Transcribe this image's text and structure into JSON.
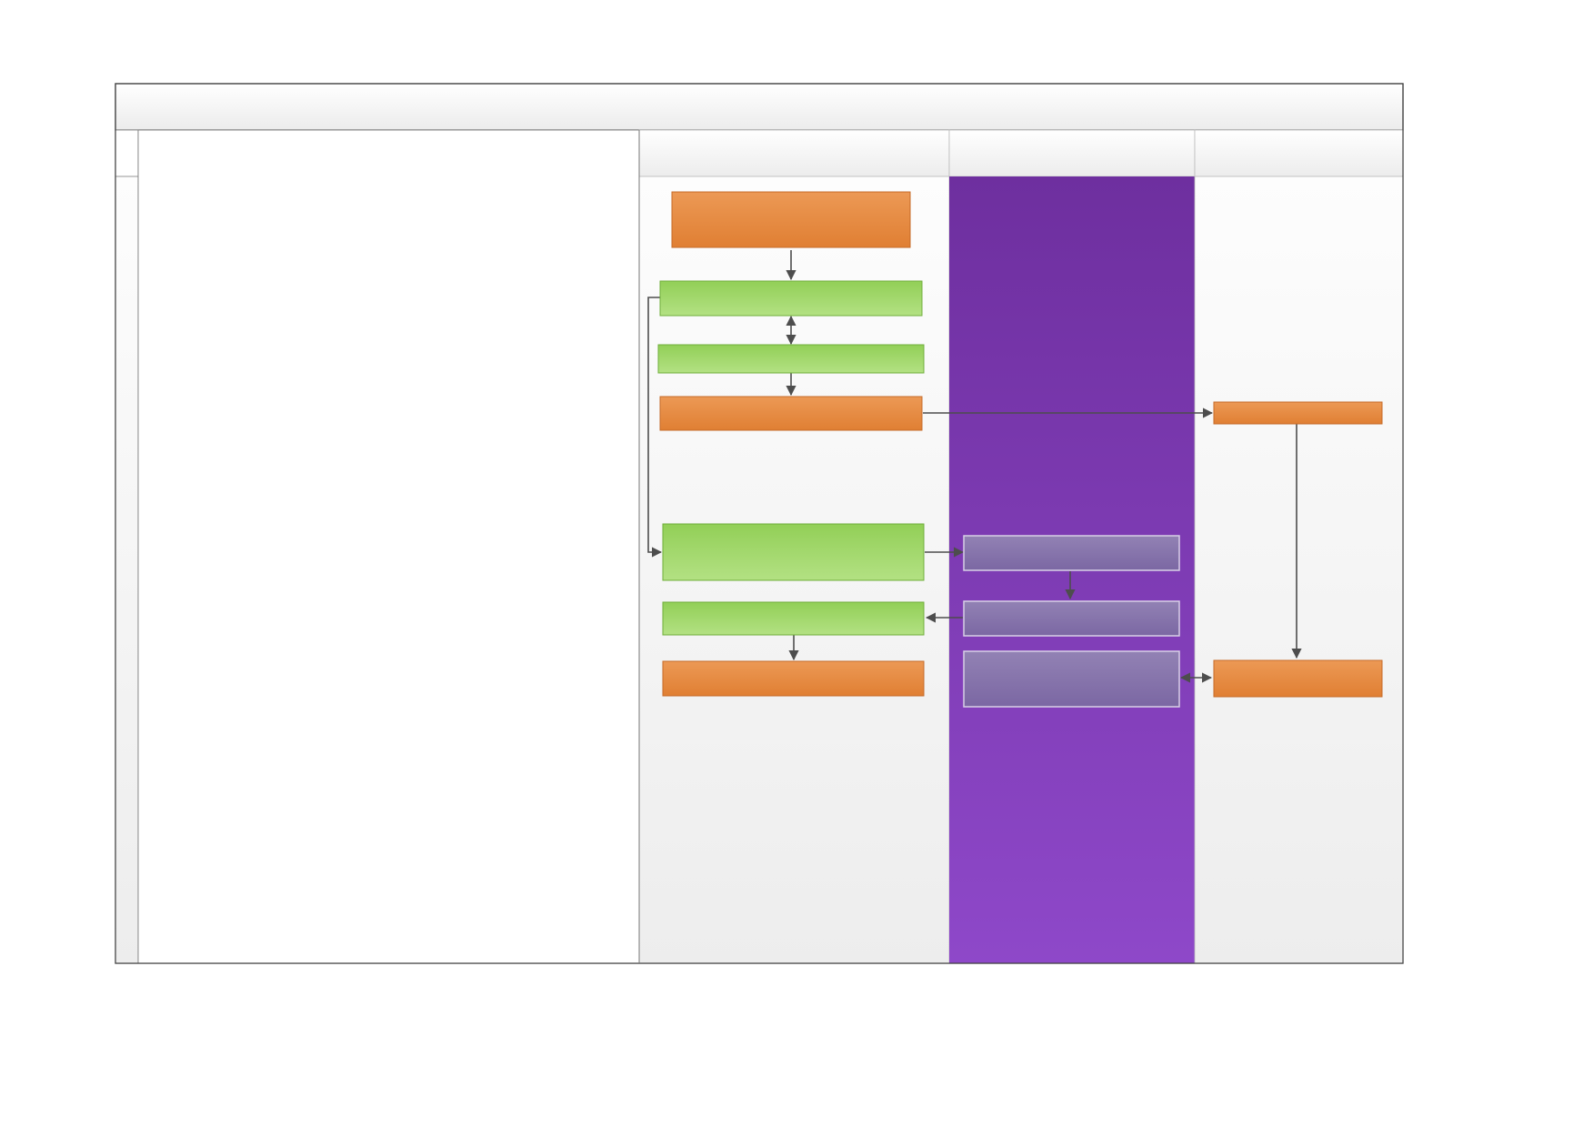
{
  "diagram": {
    "title": "",
    "lanes": [
      {
        "id": "lane-1",
        "label": ""
      },
      {
        "id": "lane-2",
        "label": ""
      },
      {
        "id": "lane-3",
        "label": ""
      }
    ],
    "nodes": [
      {
        "id": "n1",
        "label": "",
        "color": "orange"
      },
      {
        "id": "n2",
        "label": "",
        "color": "green"
      },
      {
        "id": "n3",
        "label": "",
        "color": "green"
      },
      {
        "id": "n4",
        "label": "",
        "color": "orange"
      },
      {
        "id": "n5",
        "label": "",
        "color": "green"
      },
      {
        "id": "n6",
        "label": "",
        "color": "green"
      },
      {
        "id": "n7",
        "label": "",
        "color": "orange"
      },
      {
        "id": "p1",
        "label": "",
        "color": "purple"
      },
      {
        "id": "p2",
        "label": "",
        "color": "purple"
      },
      {
        "id": "p3",
        "label": "",
        "color": "purple"
      },
      {
        "id": "r1",
        "label": "",
        "color": "orange"
      },
      {
        "id": "r2",
        "label": "",
        "color": "orange"
      }
    ],
    "edges": [
      {
        "from": "n1",
        "to": "n2",
        "bidirectional": false
      },
      {
        "from": "n2",
        "to": "n3",
        "bidirectional": true
      },
      {
        "from": "n3",
        "to": "n4",
        "bidirectional": false
      },
      {
        "from": "n4",
        "to": "r1",
        "bidirectional": false
      },
      {
        "from": "n2",
        "to": "n5",
        "bidirectional": false
      },
      {
        "from": "n5",
        "to": "p1",
        "bidirectional": false
      },
      {
        "from": "p1",
        "to": "p2",
        "bidirectional": false
      },
      {
        "from": "p2",
        "to": "n6",
        "bidirectional": false
      },
      {
        "from": "n6",
        "to": "n7",
        "bidirectional": false
      },
      {
        "from": "r1",
        "to": "r2",
        "bidirectional": false
      },
      {
        "from": "p3",
        "to": "r2",
        "bidirectional": true
      }
    ],
    "colors": {
      "orange": "#e5843a",
      "green": "#98d25c",
      "purple": "#8a74aa",
      "lane_purple": "#7f3db2",
      "border": "#555555",
      "arrow": "#4d4d4d"
    }
  }
}
